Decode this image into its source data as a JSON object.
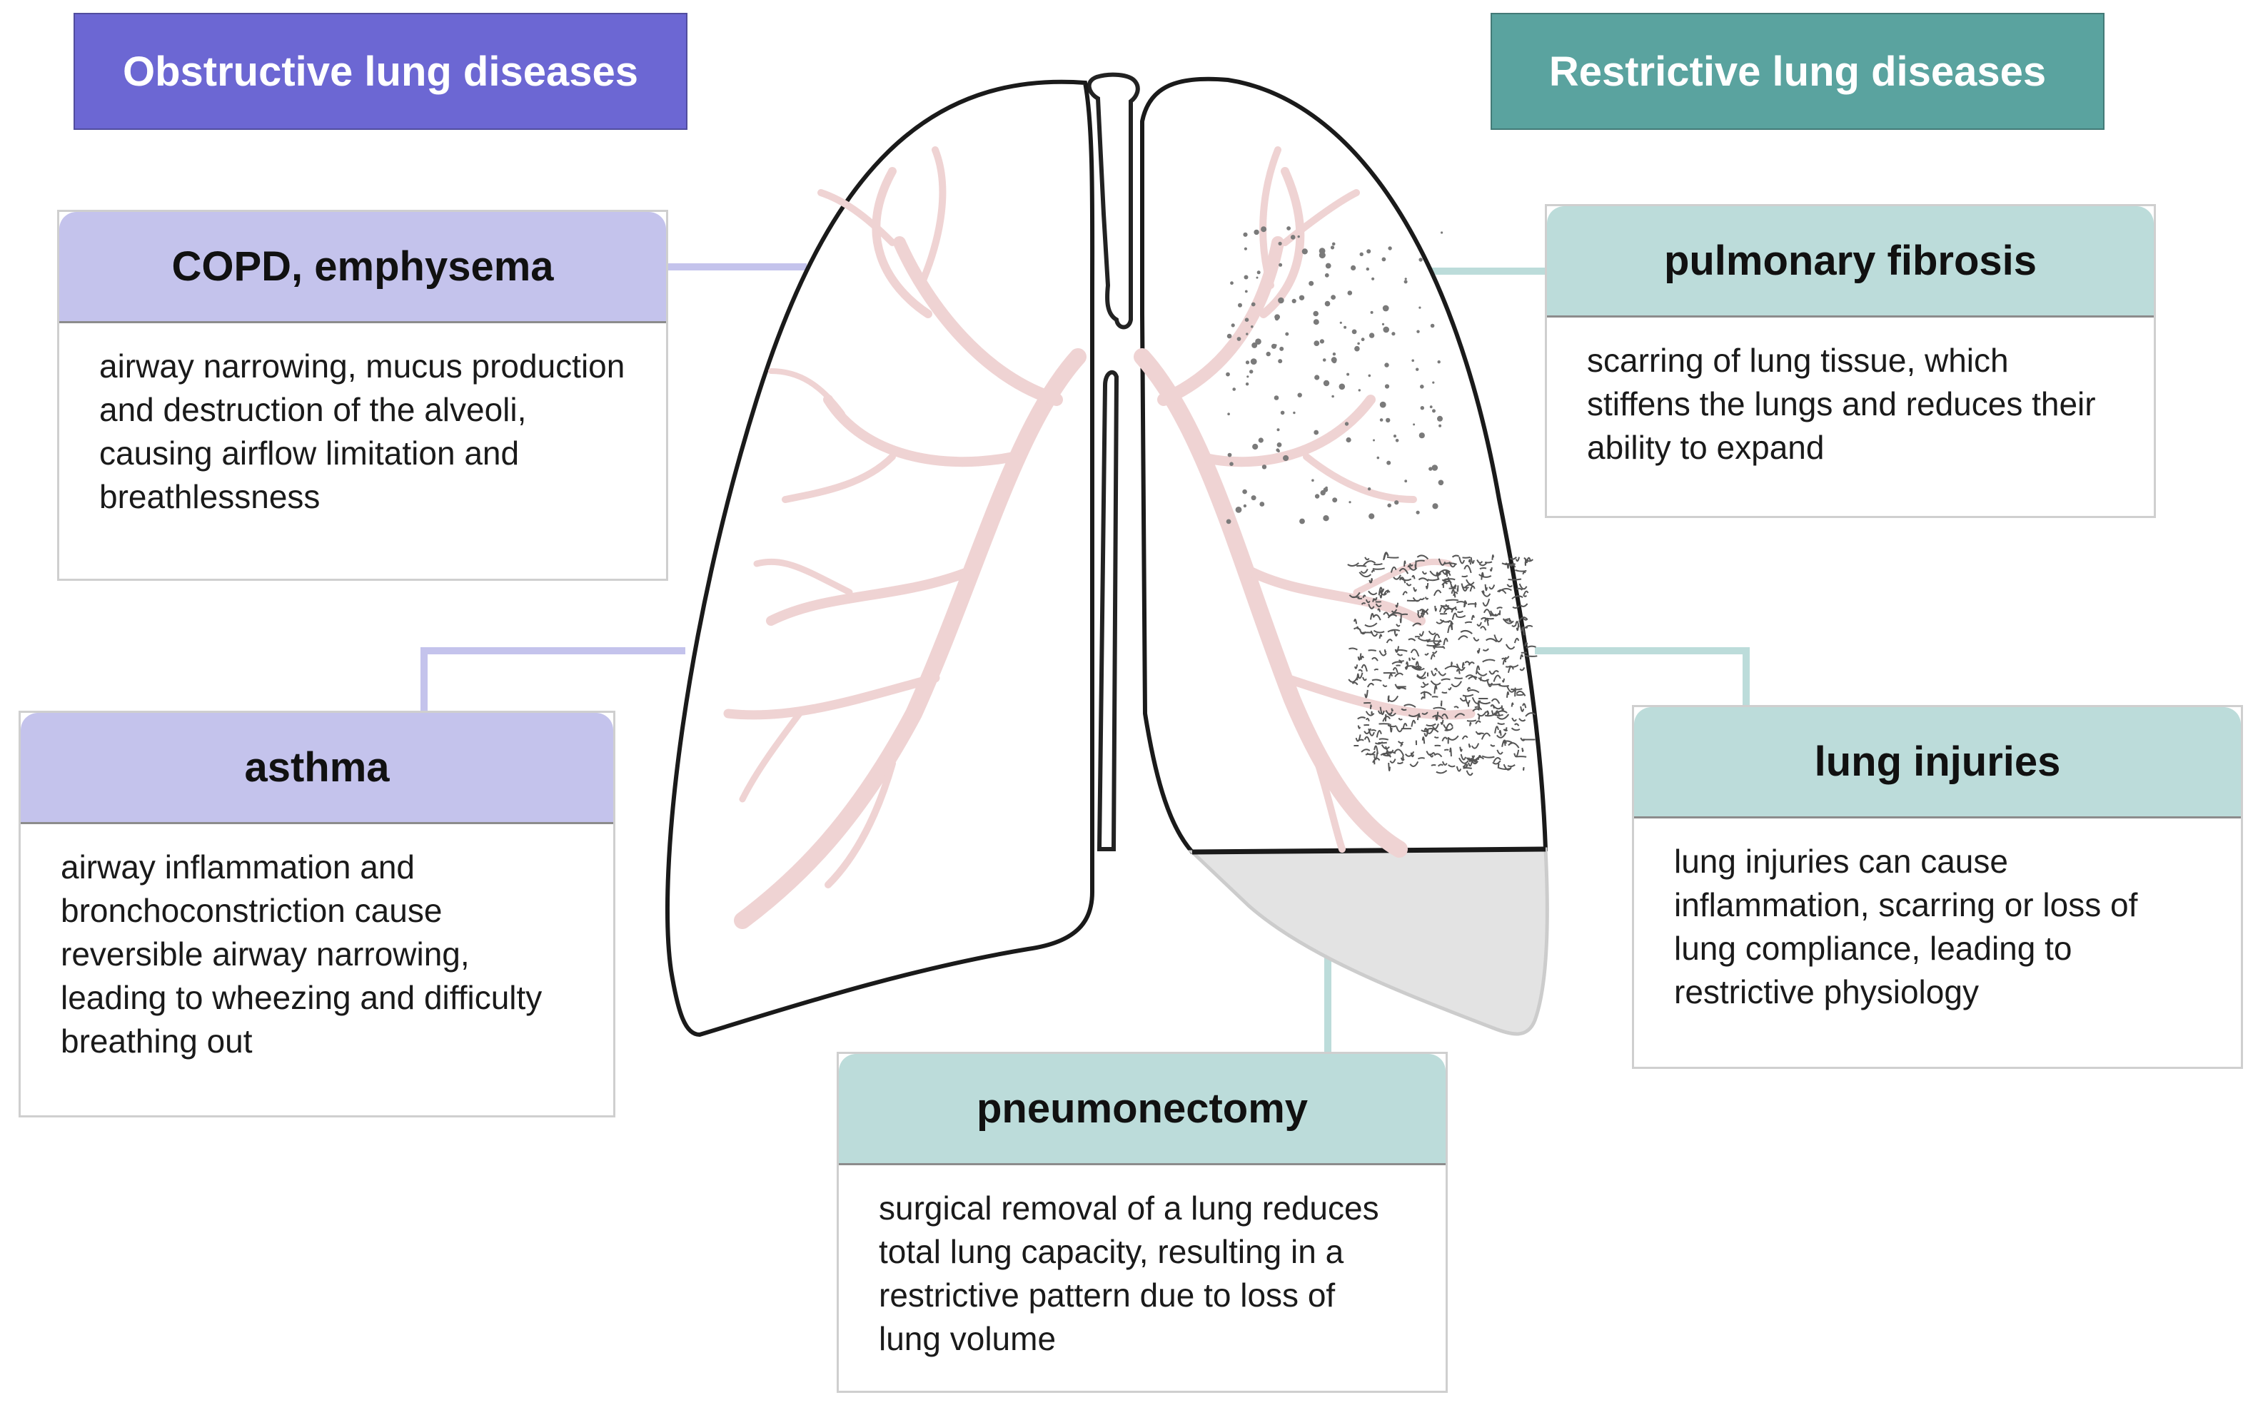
{
  "headers": {
    "obstructive": "Obstructive lung diseases",
    "restrictive": "Restrictive lung diseases"
  },
  "cards": {
    "copd": {
      "title": "COPD, emphysema",
      "body": "airway narrowing, mucus production and destruction of the alveoli, causing airflow limitation and breathlessness"
    },
    "asthma": {
      "title": "asthma",
      "body": "airway inflammation and bronchoconstriction cause reversible airway narrowing, leading to wheezing and difficulty breathing out"
    },
    "fibrosis": {
      "title": "pulmonary fibrosis",
      "body": "scarring of lung tissue, which stiffens the lungs and reduces their ability to expand"
    },
    "injuries": {
      "title": "lung injuries",
      "body": "lung injuries can cause inflammation, scarring or loss of lung compliance, leading to restrictive physiology"
    },
    "pneumonectomy": {
      "title": "pneumonectomy",
      "body": "surgical removal of a lung reduces total lung capacity, resulting in a restrictive pattern due to loss of lung volume"
    }
  },
  "colors": {
    "obstructive_header": "#6c67d3",
    "restrictive_header": "#5aa39f",
    "obstructive_card": "#c4c3ec",
    "restrictive_card": "#bcdcda",
    "bronchi": "#efd3d3",
    "removed_lung_region": "#e3e3e3"
  }
}
